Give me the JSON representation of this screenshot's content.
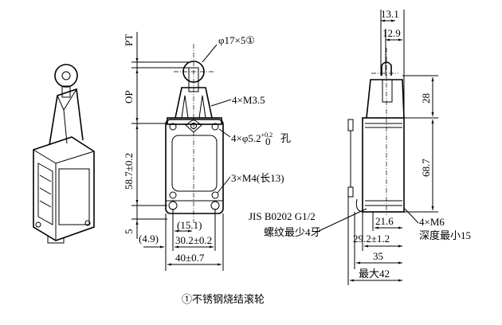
{
  "front_view": {
    "pt_label": "PT",
    "op_label": "OP",
    "height_58_7": "58.7±0.2",
    "height_5": "5",
    "roller_spec": "φ17×5①",
    "screws_m3_5": "4×M3.5",
    "holes_spec": "4×φ5.2",
    "holes_tol_upper": "+0.2",
    "holes_tol_lower": "0",
    "holes_suffix": "孔",
    "screws_m4": "3×M4(长13)",
    "dim_15_1": "(15.1)",
    "dim_4_9": "(4.9)",
    "dim_30_2": "30.2±0.2",
    "dim_40": "40±0.7"
  },
  "side_view": {
    "dim_13_1": "13.1",
    "dim_12_9": "12.9",
    "dim_28": "28",
    "dim_68_7": "68.7",
    "dim_21_6": "21.6",
    "dim_29_2": "29.2±1.2",
    "dim_35": "35",
    "dim_42": "最大42",
    "thread_line1": "JIS B0202 G1/2",
    "thread_line2": "螺纹最少4牙",
    "m6_line1": "4×M6",
    "m6_line2": "深度最小15"
  },
  "footnote": "①不锈钢烧结滚轮"
}
